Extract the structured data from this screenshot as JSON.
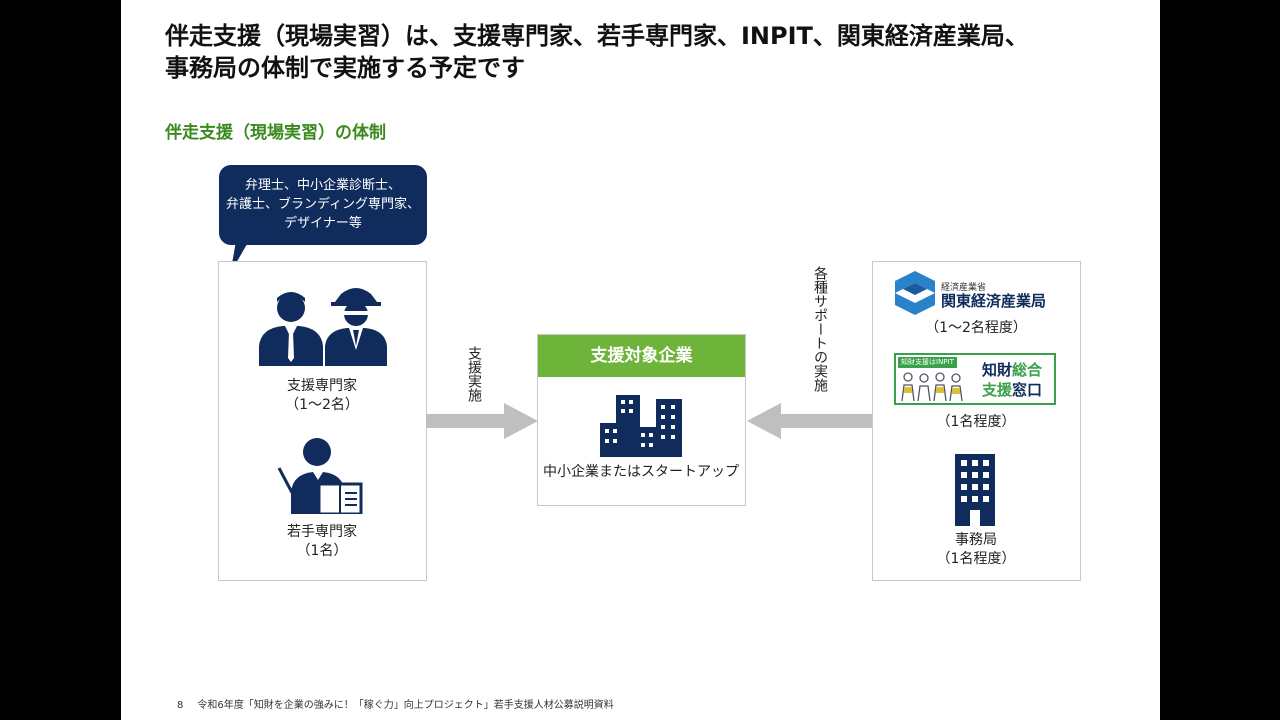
{
  "slide": {
    "title_line1": "伴走支援（現場実習）は、支援専門家、若手専門家、INPIT、関東経済産業局、",
    "title_line2": "事務局の体制で実施する予定です",
    "subtitle": "伴走支援（現場実習）の体制"
  },
  "experts": {
    "bubble_lines": [
      "弁理士、中小企業診断士、",
      "弁護士、ブランディング専門家、",
      "デザイナー等"
    ],
    "senior_label": "支援専門家",
    "senior_count": "（1～2名）",
    "junior_label": "若手専門家",
    "junior_count": "（1名）"
  },
  "arrows": {
    "left_label": "支援実施",
    "right_label": "各種サポートの実施"
  },
  "target": {
    "header": "支援対象企業",
    "label": "中小企業またはスタートアップ"
  },
  "support": {
    "meti_small": "経済産業省",
    "meti_name": "関東経済産業局",
    "meti_count": "（1～2名程度）",
    "inpit_banner": "知財支援はINPIT",
    "inpit_line1_a": "知財",
    "inpit_line1_b": "総合",
    "inpit_line2_a": "支援",
    "inpit_line2_b": "窓口",
    "inpit_count": "（1名程度）",
    "office_label": "事務局",
    "office_count": "（1名程度）"
  },
  "footer": {
    "page": "8",
    "text": "令和6年度「知財を企業の強みに！「稼ぐ力」向上プロジェクト」若手支援人材公募説明資料"
  },
  "colors": {
    "navy": "#0f2c5c",
    "green": "#6fb43a",
    "subtitle_green": "#3b8a1f",
    "arrow_gray": "#bfbfbf"
  }
}
